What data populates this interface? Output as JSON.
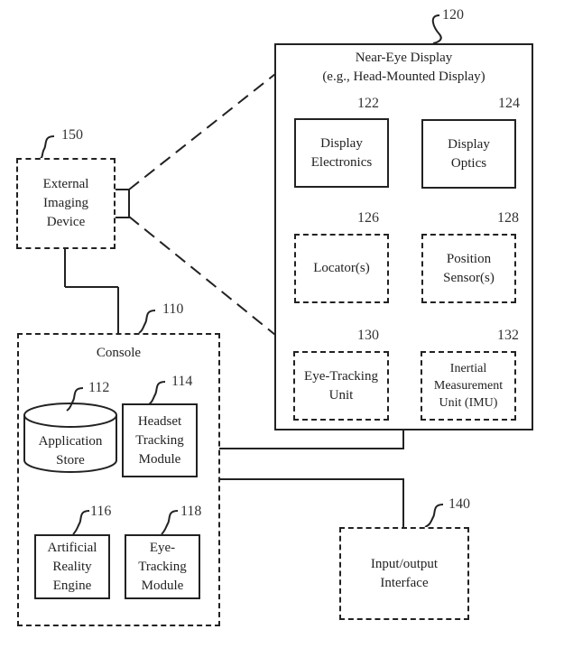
{
  "figure": {
    "near_eye_display": {
      "ref": "120",
      "title_line1": "Near-Eye Display",
      "title_line2": "(e.g., Head-Mounted Display)"
    },
    "display_electronics": {
      "ref": "122",
      "line1": "Display",
      "line2": "Electronics"
    },
    "display_optics": {
      "ref": "124",
      "line1": "Display",
      "line2": "Optics"
    },
    "locators": {
      "ref": "126",
      "line1": "Locator(s)"
    },
    "position_sensors": {
      "ref": "128",
      "line1": "Position",
      "line2": "Sensor(s)"
    },
    "eye_tracking_unit": {
      "ref": "130",
      "line1": "Eye-Tracking",
      "line2": "Unit"
    },
    "imu": {
      "ref": "132",
      "line1": "Inertial",
      "line2": "Measurement",
      "line3": "Unit (IMU)"
    },
    "external_imaging_device": {
      "ref": "150",
      "line1": "External",
      "line2": "Imaging",
      "line3": "Device"
    },
    "console": {
      "ref": "110",
      "title": "Console"
    },
    "application_store": {
      "ref": "112",
      "line1": "Application",
      "line2": "Store"
    },
    "headset_tracking_module": {
      "ref": "114",
      "line1": "Headset",
      "line2": "Tracking",
      "line3": "Module"
    },
    "artificial_reality_engine": {
      "ref": "116",
      "line1": "Artificial",
      "line2": "Reality",
      "line3": "Engine"
    },
    "eye_tracking_module": {
      "ref": "118",
      "line1": "Eye-",
      "line2": "Tracking",
      "line3": "Module"
    },
    "io_interface": {
      "ref": "140",
      "line1": "Input/output",
      "line2": "Interface"
    }
  }
}
